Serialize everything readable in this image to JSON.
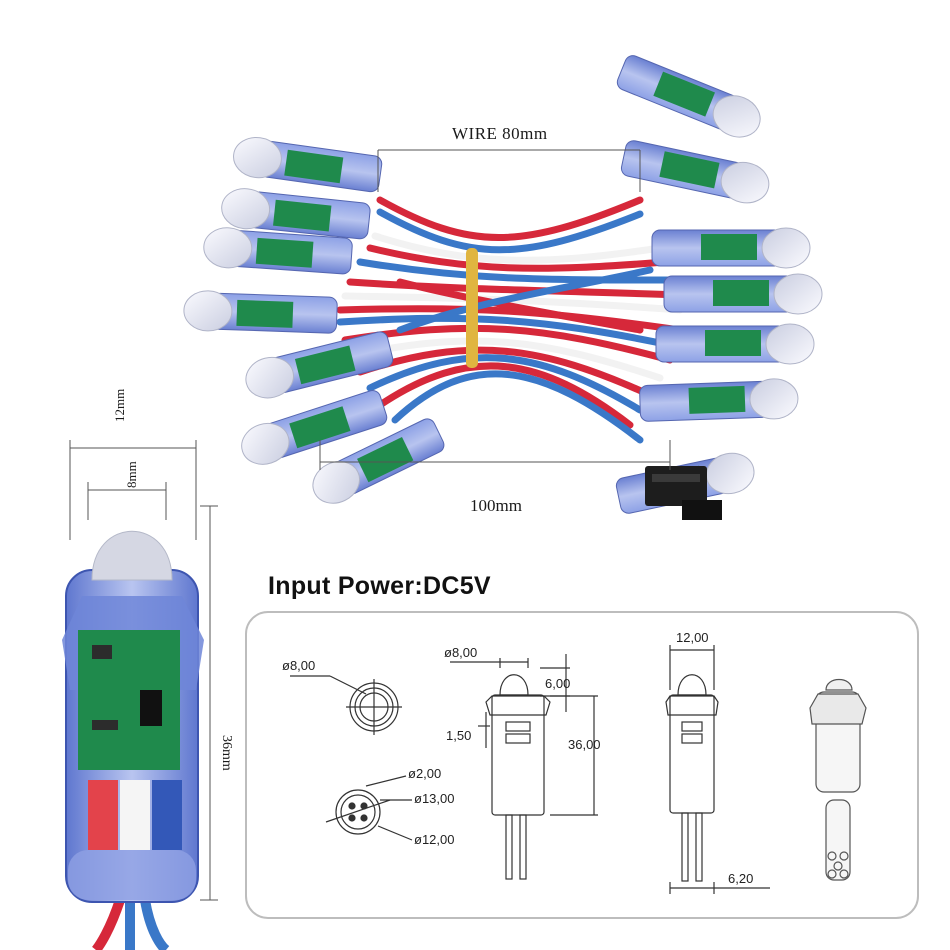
{
  "photo_labels": {
    "wire_length": "WIRE 80mm",
    "pitch": "100mm",
    "module_width": "12mm",
    "lens_diameter": "8mm",
    "module_height": "36mm"
  },
  "drawing": {
    "title": "Input Power:DC5V",
    "top_view": {
      "diameter": "ø8,00"
    },
    "bottom_view": {
      "pin": "ø2,00",
      "outer": "ø13,00",
      "inner": "ø12,00"
    },
    "side_view": {
      "lens": "ø8,00",
      "lens_height": "6,00",
      "ring": "1,50",
      "height": "36,00"
    },
    "front_view": {
      "width": "12,00",
      "pin_spacing": "6,20"
    }
  },
  "colors": {
    "wire_red": "#d6283a",
    "wire_blue": "#3a78c8",
    "wire_white": "#f2f2f2",
    "pcb_green": "#1f8a4c",
    "housing_blue": "#6f86d8",
    "frame_grey": "#bdbdbd"
  }
}
